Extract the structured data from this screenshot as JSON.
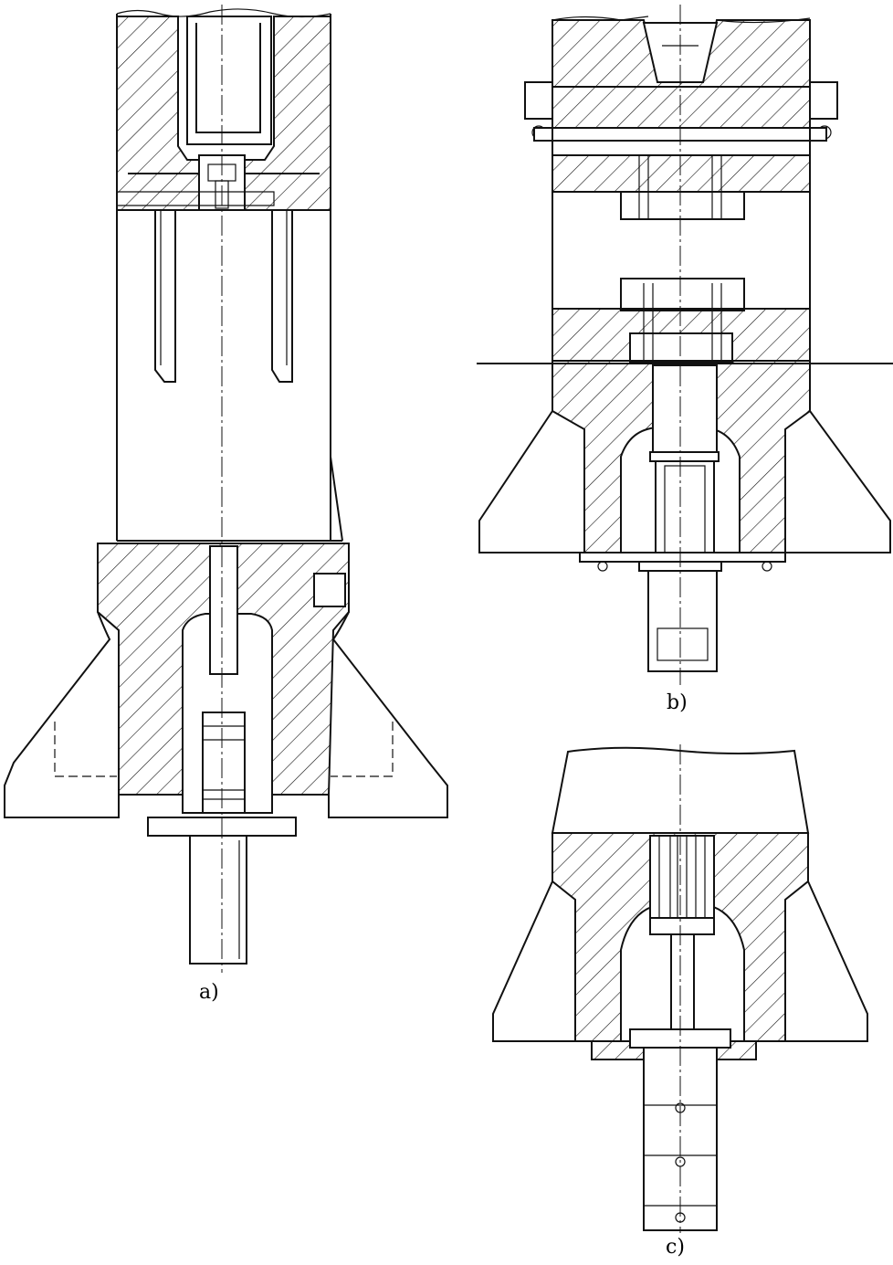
{
  "figure": {
    "panels": [
      {
        "id": "a",
        "caption": "a)"
      },
      {
        "id": "b",
        "caption": "b)"
      },
      {
        "id": "c",
        "caption": "c)"
      }
    ]
  }
}
